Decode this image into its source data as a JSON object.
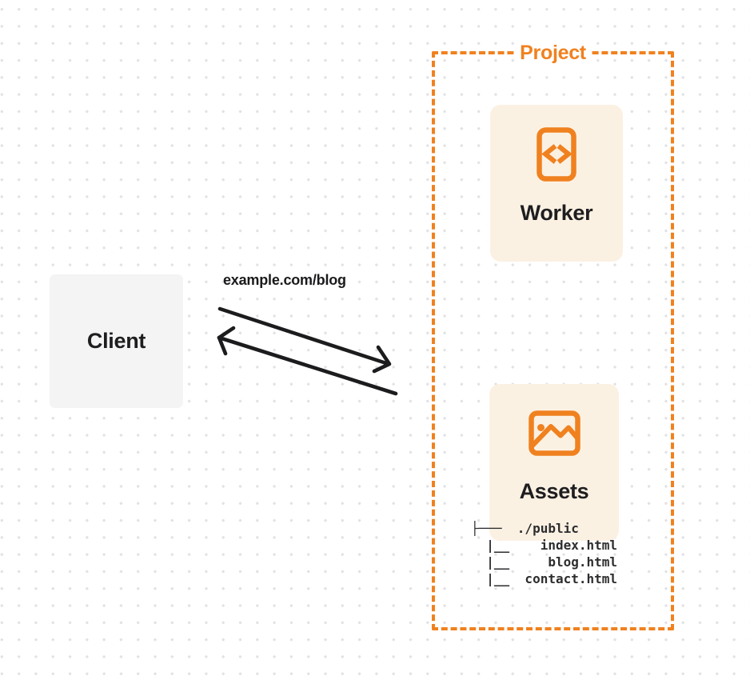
{
  "colors": {
    "orange": "#f0811f",
    "card_background": "#fbf1e3",
    "client_background": "#f4f4f5",
    "ink": "#1c1c1e",
    "dot_grid": "#e2e2e4"
  },
  "client": {
    "label": "Client"
  },
  "request": {
    "url_label": "example.com/blog"
  },
  "project": {
    "label": "Project",
    "worker": {
      "label": "Worker",
      "icon": "code-file-icon"
    },
    "assets": {
      "label": "Assets",
      "icon": "image-icon"
    },
    "file_tree": {
      "lines": [
        "├───  ./public",
        "  |__    index.html",
        "  |__     blog.html",
        "  |__  contact.html"
      ]
    }
  }
}
